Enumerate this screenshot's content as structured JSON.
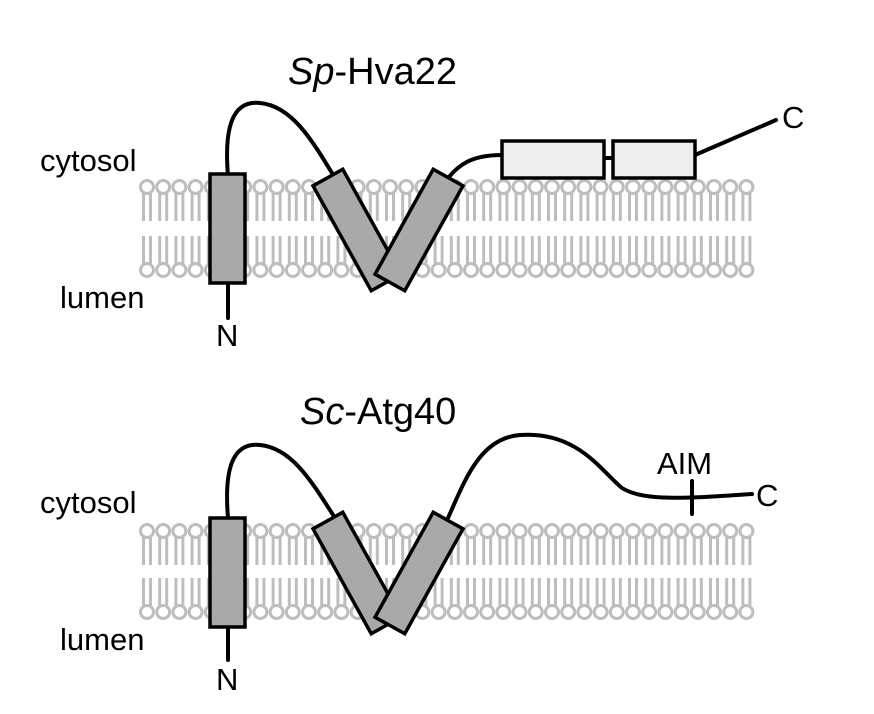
{
  "panels": [
    {
      "title_italic": "Sp",
      "title_rest": "-Hva22",
      "cytosol_label": "cytosol",
      "lumen_label": "lumen",
      "n_terminus": "N",
      "c_terminus": "C"
    },
    {
      "title_italic": "Sc",
      "title_rest": "-Atg40",
      "cytosol_label": "cytosol",
      "lumen_label": "lumen",
      "n_terminus": "N",
      "c_terminus": "C",
      "motif_label": "AIM"
    }
  ],
  "colors": {
    "lipid": "#bdbdbd",
    "helix_fill": "#a9a9a9",
    "cytosolic_box_fill": "#eeeeee",
    "line": "#000000"
  }
}
